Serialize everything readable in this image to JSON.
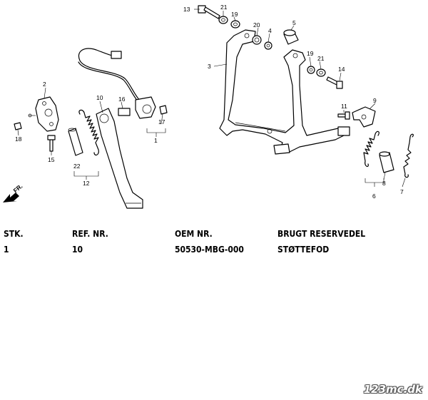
{
  "diagram": {
    "callouts": [
      "1",
      "2",
      "3",
      "4",
      "5",
      "6",
      "7",
      "8",
      "9",
      "10",
      "11",
      "12",
      "13",
      "14",
      "15",
      "16",
      "17",
      "18",
      "19",
      "19",
      "20",
      "21",
      "21",
      "22"
    ],
    "direction_label": "FR."
  },
  "parts_table": {
    "headers": [
      "STK.",
      "REF. NR.",
      "OEM NR.",
      "BRUGT RESERVEDEL"
    ],
    "rows": [
      [
        "1",
        "10",
        "50530-MBG-000",
        "STØTTEFOD"
      ]
    ]
  },
  "watermark": "123mc.dk"
}
